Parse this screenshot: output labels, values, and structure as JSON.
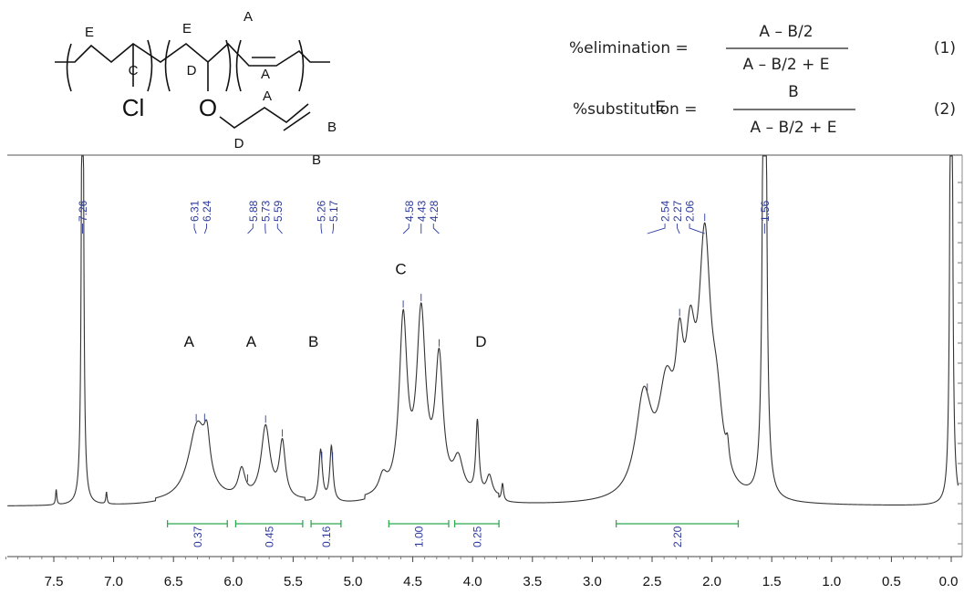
{
  "equations": {
    "eq1": {
      "lhs": "%elimination =",
      "numerator": "A – B/2",
      "denominator": "A – B/2 + E",
      "number": "(1)"
    },
    "eq2": {
      "lhs": "%substitution =",
      "numerator": "B",
      "denominator": "A – B/2 + E",
      "number": "(2)"
    }
  },
  "structure": {
    "labels": {
      "e1": "E",
      "c": "C",
      "e2": "E",
      "d1": "D",
      "a1": "A",
      "a2": "A",
      "a3": "A",
      "d2": "D",
      "b1": "B",
      "b2": "B"
    },
    "atoms": {
      "cl": "Cl",
      "o": "O"
    }
  },
  "chart_data": {
    "type": "line",
    "title": "",
    "xlabel": "",
    "ylabel": "",
    "x_axis_reversed": true,
    "xlim": [
      7.95,
      0.0
    ],
    "xticks": [
      7.5,
      7.0,
      6.5,
      6.0,
      5.5,
      5.0,
      4.5,
      4.0,
      3.5,
      3.0,
      2.5,
      2.0,
      1.5,
      1.0,
      0.5,
      0.0
    ],
    "xtick_labels": [
      "7.5",
      "7.0",
      "6.5",
      "6.0",
      "5.5",
      "5.0",
      "4.5",
      "4.0",
      "3.5",
      "3.0",
      "2.5",
      "2.0",
      "1.5",
      "1.0",
      "0.5",
      "0.0"
    ],
    "grid": false,
    "spectrum_color": "#333333",
    "annotation_color": "#2b3a9c",
    "integral_color": "#2fa84f",
    "peak_labels": [
      {
        "group": "g1",
        "text": "7.26",
        "ppm": 7.26
      },
      {
        "group": "g2",
        "text": "6.31",
        "ppm": 6.31
      },
      {
        "group": "g2",
        "text": "6.24",
        "ppm": 6.24
      },
      {
        "group": "g3",
        "text": "5.88",
        "ppm": 5.88
      },
      {
        "group": "g3",
        "text": "5.73",
        "ppm": 5.73
      },
      {
        "group": "g3",
        "text": "5.59",
        "ppm": 5.59
      },
      {
        "group": "g4",
        "text": "5.26",
        "ppm": 5.26
      },
      {
        "group": "g4",
        "text": "5.17",
        "ppm": 5.17
      },
      {
        "group": "g5",
        "text": "4.58",
        "ppm": 4.58
      },
      {
        "group": "g5",
        "text": "4.43",
        "ppm": 4.43
      },
      {
        "group": "g5",
        "text": "4.28",
        "ppm": 4.28
      },
      {
        "group": "g6",
        "text": "2.54",
        "ppm": 2.54
      },
      {
        "group": "g6",
        "text": "2.27",
        "ppm": 2.27
      },
      {
        "group": "g6",
        "text": "2.06",
        "ppm": 2.06
      },
      {
        "group": "g7",
        "text": "1.56",
        "ppm": 1.56
      }
    ],
    "integrals": [
      {
        "from": 6.55,
        "to": 6.05,
        "value": "0.37"
      },
      {
        "from": 5.98,
        "to": 5.42,
        "value": "0.45"
      },
      {
        "from": 5.35,
        "to": 5.1,
        "value": "0.16"
      },
      {
        "from": 4.7,
        "to": 4.2,
        "value": "1.00"
      },
      {
        "from": 4.15,
        "to": 3.78,
        "value": "0.25"
      },
      {
        "from": 2.8,
        "to": 1.78,
        "value": "2.20"
      }
    ],
    "assignments": [
      {
        "label": "A",
        "ppm": 6.37,
        "intensity": 0.46
      },
      {
        "label": "A",
        "ppm": 5.85,
        "intensity": 0.46
      },
      {
        "label": "B",
        "ppm": 5.33,
        "intensity": 0.46
      },
      {
        "label": "C",
        "ppm": 4.6,
        "intensity": 0.67
      },
      {
        "label": "D",
        "ppm": 3.93,
        "intensity": 0.46
      },
      {
        "label": "E",
        "ppm": 2.43,
        "intensity": 1.14
      }
    ],
    "peaks": [
      {
        "ppm": 7.26,
        "height": 2.2,
        "width": 0.008
      },
      {
        "ppm": 7.48,
        "height": 0.045,
        "width": 0.006
      },
      {
        "ppm": 7.06,
        "height": 0.035,
        "width": 0.006
      },
      {
        "ppm": 6.3,
        "height": 0.22,
        "width": 0.09
      },
      {
        "ppm": 6.22,
        "height": 0.11,
        "width": 0.03
      },
      {
        "ppm": 5.93,
        "height": 0.08,
        "width": 0.035
      },
      {
        "ppm": 5.73,
        "height": 0.21,
        "width": 0.045
      },
      {
        "ppm": 5.59,
        "height": 0.16,
        "width": 0.03
      },
      {
        "ppm": 5.27,
        "height": 0.15,
        "width": 0.018
      },
      {
        "ppm": 5.18,
        "height": 0.16,
        "width": 0.016
      },
      {
        "ppm": 4.75,
        "height": 0.05,
        "width": 0.04
      },
      {
        "ppm": 4.58,
        "height": 0.5,
        "width": 0.04
      },
      {
        "ppm": 4.43,
        "height": 0.51,
        "width": 0.045
      },
      {
        "ppm": 4.28,
        "height": 0.38,
        "width": 0.04
      },
      {
        "ppm": 4.12,
        "height": 0.1,
        "width": 0.05
      },
      {
        "ppm": 3.96,
        "height": 0.21,
        "width": 0.016
      },
      {
        "ppm": 3.86,
        "height": 0.06,
        "width": 0.03
      },
      {
        "ppm": 3.75,
        "height": 0.05,
        "width": 0.01
      },
      {
        "ppm": 2.57,
        "height": 0.28,
        "width": 0.08
      },
      {
        "ppm": 2.38,
        "height": 0.28,
        "width": 0.08
      },
      {
        "ppm": 2.27,
        "height": 0.29,
        "width": 0.04
      },
      {
        "ppm": 2.18,
        "height": 0.33,
        "width": 0.05
      },
      {
        "ppm": 2.06,
        "height": 0.68,
        "width": 0.06
      },
      {
        "ppm": 1.96,
        "height": 0.2,
        "width": 0.06
      },
      {
        "ppm": 1.87,
        "height": 0.06,
        "width": 0.015
      },
      {
        "ppm": 1.56,
        "height": 3.0,
        "width": 0.012
      },
      {
        "ppm": 0.0,
        "height": 3.0,
        "width": 0.008
      }
    ]
  }
}
